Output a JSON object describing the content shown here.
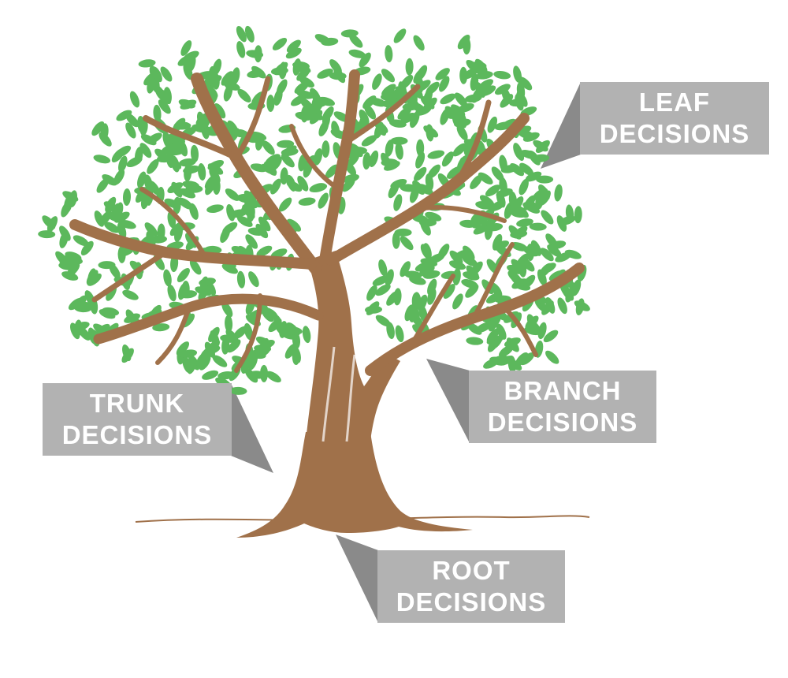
{
  "labels": {
    "leaf": {
      "line1": "LEAF",
      "line2": "DECISIONS"
    },
    "branch": {
      "line1": "BRANCH",
      "line2": "DECISIONS"
    },
    "trunk": {
      "line1": "TRUNK",
      "line2": "DECISIONS"
    },
    "root": {
      "line1": "ROOT",
      "line2": "DECISIONS"
    }
  },
  "colors": {
    "leaf": "#5cb85c",
    "wood": "#a0714a",
    "label_box": "#b2b2b2",
    "label_pointer": "#8a8a8a",
    "label_text": "#ffffff"
  },
  "icons": [
    "tree-illustration",
    "leaf-icon"
  ]
}
